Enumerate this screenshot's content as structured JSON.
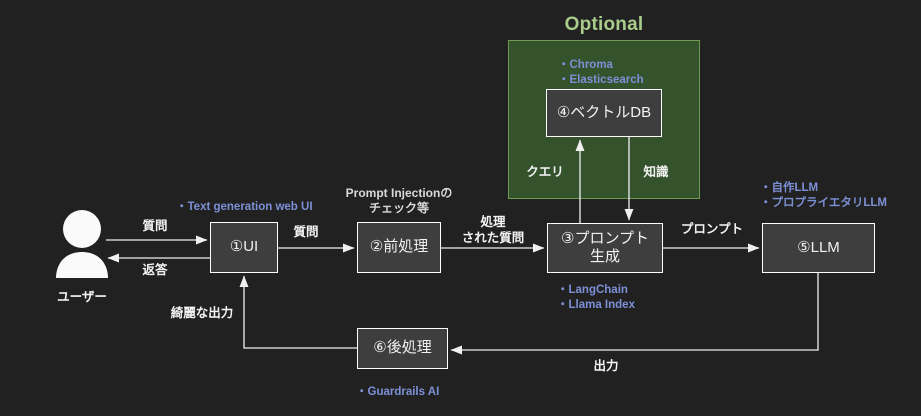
{
  "diagram": {
    "title_optional": "Optional",
    "background_color": "#212121",
    "optional_region_color": "#34522c",
    "optional_title_color": "#a9cb8b",
    "box_fill_color": "#3e3e3e",
    "annotation_color": "#7d90d6",
    "label_color": "#f4f4f4"
  },
  "actor": {
    "caption": "ユーザー",
    "icon": "user-avatar-icon"
  },
  "nodes": {
    "ui": {
      "label": "①UI",
      "annotation": "・Text generation web UI"
    },
    "preprocess": {
      "label": "②前処理",
      "annotation": "Prompt Injectionの\nチェック等"
    },
    "prompt_gen": {
      "label": "③プロンプト\n生成",
      "annotation": "・LangChain\n・Llama Index"
    },
    "vector_db": {
      "label": "④ベクトルDB",
      "annotation": "・Chroma\n・Elasticsearch"
    },
    "llm": {
      "label": "⑤LLM",
      "annotation": "・自作LLM\n・プロプライエタリLLM"
    },
    "postprocess": {
      "label": "⑥後処理",
      "annotation": "・Guardrails AI"
    }
  },
  "edges": [
    {
      "name": "user-to-ui",
      "label": "質問"
    },
    {
      "name": "ui-to-user",
      "label": "返答"
    },
    {
      "name": "ui-to-preprocess",
      "label": "質問"
    },
    {
      "name": "preprocess-to-prompt",
      "label": "処理\nされた質問"
    },
    {
      "name": "prompt-to-vectordb",
      "label": "クエリ"
    },
    {
      "name": "vectordb-to-prompt",
      "label": "知識"
    },
    {
      "name": "prompt-to-llm",
      "label": "プロンプト"
    },
    {
      "name": "llm-to-postprocess",
      "label": "出力"
    },
    {
      "name": "postprocess-to-ui",
      "label": "綺麗な出力"
    }
  ]
}
